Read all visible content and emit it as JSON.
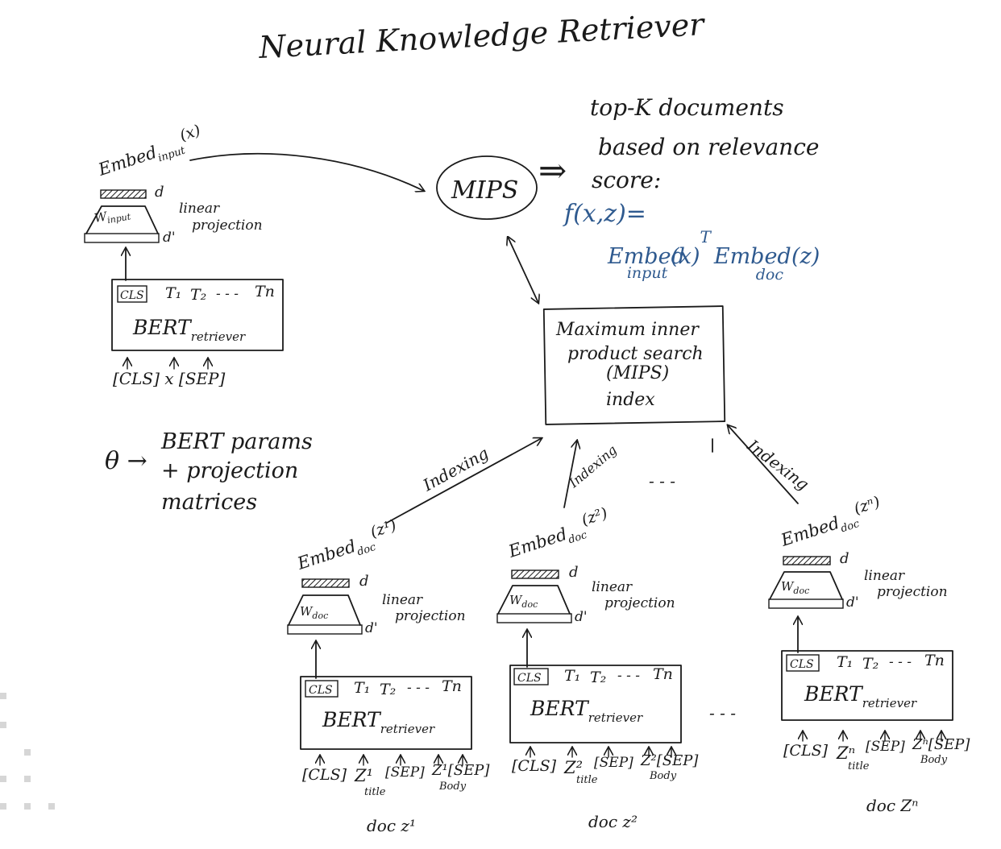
{
  "title": "Neural Knowledge Retriever",
  "query_encoder": {
    "embed_label": "Embed",
    "embed_sub": "input",
    "embed_arg": "(x)",
    "dim_out": "d",
    "weight": "W",
    "weight_sub": "input",
    "dim_in": "d'",
    "projection_line1": "linear",
    "projection_line2": "projection",
    "bert_tokens": [
      "CLS",
      "T₁",
      "T₂",
      "- - -",
      "Tn"
    ],
    "bert_label": "BERT",
    "bert_sub": "retriever",
    "inputs": "[CLS]  x  [SEP]"
  },
  "theta_note": {
    "symbol": "θ →",
    "line1": "BERT params",
    "line2": "+ projection",
    "line3": "matrices"
  },
  "mips": {
    "node_label": "MIPS",
    "index_line1": "Maximum inner",
    "index_line2": "product search",
    "index_line3": "(MIPS)",
    "index_line4": "index"
  },
  "result_note": {
    "line1": "top-K documents",
    "line2": "based on relevance",
    "line3": "score:",
    "formula1": "f(x,z)=",
    "formula_embed1": "Embed",
    "formula_sub1": "input",
    "formula_arg1": "(x)",
    "formula_T": "T",
    "formula_embed2": "Embed",
    "formula_sub2": "doc",
    "formula_arg2": "(z)"
  },
  "edges": {
    "indexing1": "Indexing",
    "indexing2": "Indexing",
    "indexing3": "Indexing",
    "ellipsis_top": "- - -",
    "ellipsis_mid": "- - -",
    "implies": "⇒"
  },
  "doc_encoders": [
    {
      "embed_label": "Embed",
      "embed_sub": "doc",
      "embed_arg": "(z¹)",
      "dim_out": "d",
      "weight": "W",
      "weight_sub": "doc",
      "dim_in": "d'",
      "projection_line1": "linear",
      "projection_line2": "projection",
      "bert_tokens": [
        "CLS",
        "T₁",
        "T₂",
        "- - -",
        "Tn"
      ],
      "bert_label": "BERT",
      "bert_sub": "retriever",
      "in_cls": "[CLS]",
      "in_title": "Z¹",
      "in_title_sub": "title",
      "in_sep": "[SEP]",
      "in_body": "Z¹[SEP]",
      "in_body_sub": "Body",
      "doc_label": "doc z¹"
    },
    {
      "embed_label": "Embed",
      "embed_sub": "doc",
      "embed_arg": "(z²)",
      "dim_out": "d",
      "weight": "W",
      "weight_sub": "doc",
      "dim_in": "d'",
      "projection_line1": "linear",
      "projection_line2": "projection",
      "bert_tokens": [
        "CLS",
        "T₁",
        "T₂",
        "- - -",
        "Tn"
      ],
      "bert_label": "BERT",
      "bert_sub": "retriever",
      "in_cls": "[CLS]",
      "in_title": "Z²",
      "in_title_sub": "title",
      "in_sep": "[SEP]",
      "in_body": "Z²[SEP]",
      "in_body_sub": "Body",
      "doc_label": "doc z²"
    },
    {
      "embed_label": "Embed",
      "embed_sub": "doc",
      "embed_arg": "(zⁿ)",
      "dim_out": "d",
      "weight": "W",
      "weight_sub": "doc",
      "dim_in": "d'",
      "projection_line1": "linear",
      "projection_line2": "projection",
      "bert_tokens": [
        "CLS",
        "T₁",
        "T₂",
        "- - -",
        "Tn"
      ],
      "bert_label": "BERT",
      "bert_sub": "retriever",
      "in_cls": "[CLS]",
      "in_title": "Zⁿ",
      "in_title_sub": "title",
      "in_sep": "[SEP]",
      "in_body": "Zⁿ[SEP]",
      "in_body_sub": "Body",
      "doc_label": "doc Zⁿ"
    }
  ]
}
